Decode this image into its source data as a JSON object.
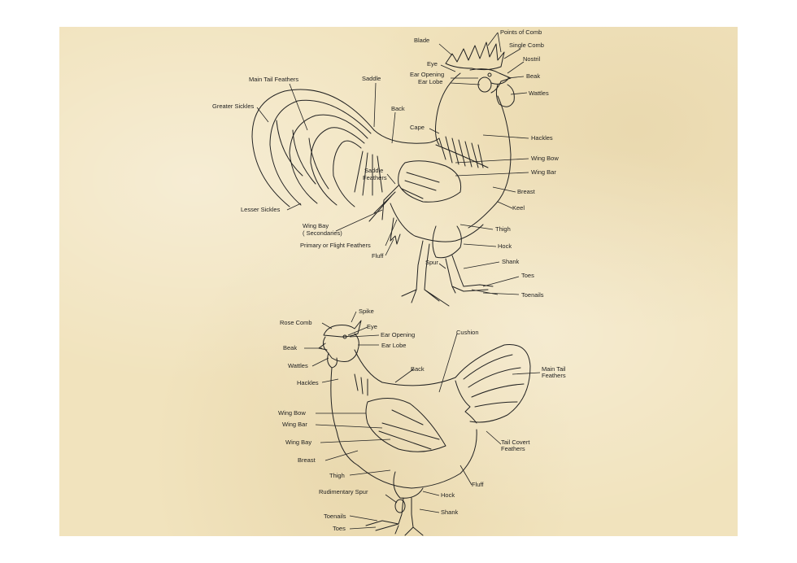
{
  "rooster": {
    "labels": [
      {
        "id": "points-of-comb",
        "text": "Points of Comb"
      },
      {
        "id": "blade",
        "text": "Blade"
      },
      {
        "id": "single-comb",
        "text": "Single Comb"
      },
      {
        "id": "nostril",
        "text": "Nostril"
      },
      {
        "id": "eye",
        "text": "Eye"
      },
      {
        "id": "ear-opening",
        "text": "Ear Opening"
      },
      {
        "id": "ear-lobe",
        "text": "Ear Lobe"
      },
      {
        "id": "beak",
        "text": "Beak"
      },
      {
        "id": "wattles",
        "text": "Wattles"
      },
      {
        "id": "main-tail-feathers",
        "text": "Main Tail Feathers"
      },
      {
        "id": "saddle",
        "text": "Saddle"
      },
      {
        "id": "back",
        "text": "Back"
      },
      {
        "id": "greater-sickles",
        "text": "Greater Sickles"
      },
      {
        "id": "cape",
        "text": "Cape"
      },
      {
        "id": "hackles",
        "text": "Hackles"
      },
      {
        "id": "wing-bow",
        "text": "Wing Bow"
      },
      {
        "id": "wing-bar",
        "text": "Wing Bar"
      },
      {
        "id": "saddle-feathers-1",
        "text": "Saddle"
      },
      {
        "id": "saddle-feathers-2",
        "text": "Feathers"
      },
      {
        "id": "breast",
        "text": "Breast"
      },
      {
        "id": "keel",
        "text": "Keel"
      },
      {
        "id": "lesser-sickles",
        "text": "Lesser Sickles"
      },
      {
        "id": "wing-bay-1",
        "text": "Wing Bay"
      },
      {
        "id": "wing-bay-2",
        "text": "( Secondaries)"
      },
      {
        "id": "thigh",
        "text": "Thigh"
      },
      {
        "id": "hock",
        "text": "Hock"
      },
      {
        "id": "primary-flight",
        "text": "Primary or Flight Feathers"
      },
      {
        "id": "fluff",
        "text": "Fluff"
      },
      {
        "id": "spur",
        "text": "Spur"
      },
      {
        "id": "shank",
        "text": "Shank"
      },
      {
        "id": "toes",
        "text": "Toes"
      },
      {
        "id": "toenails",
        "text": "Toenails"
      }
    ]
  },
  "hen": {
    "labels": [
      {
        "id": "spike",
        "text": "Spike"
      },
      {
        "id": "rose-comb",
        "text": "Rose Comb"
      },
      {
        "id": "eye",
        "text": "Eye"
      },
      {
        "id": "ear-opening",
        "text": "Ear Opening"
      },
      {
        "id": "cushion",
        "text": "Cushion"
      },
      {
        "id": "beak",
        "text": "Beak"
      },
      {
        "id": "ear-lobe",
        "text": "Ear Lobe"
      },
      {
        "id": "wattles",
        "text": "Wattles"
      },
      {
        "id": "back",
        "text": "Back"
      },
      {
        "id": "main-tail-1",
        "text": "Main Tail"
      },
      {
        "id": "main-tail-2",
        "text": "Feathers"
      },
      {
        "id": "hackles",
        "text": "Hackles"
      },
      {
        "id": "wing-bow",
        "text": "Wing Bow"
      },
      {
        "id": "wing-bar",
        "text": "Wing Bar"
      },
      {
        "id": "wing-bay",
        "text": "Wing Bay"
      },
      {
        "id": "tail-covert-1",
        "text": "Tail Covert"
      },
      {
        "id": "tail-covert-2",
        "text": "Feathers"
      },
      {
        "id": "breast",
        "text": "Breast"
      },
      {
        "id": "thigh",
        "text": "Thigh"
      },
      {
        "id": "fluff",
        "text": "Fluff"
      },
      {
        "id": "rudimentary-spur",
        "text": "Rudimentary Spur"
      },
      {
        "id": "hock",
        "text": "Hock"
      },
      {
        "id": "shank",
        "text": "Shank"
      },
      {
        "id": "toenails",
        "text": "Toenails"
      },
      {
        "id": "toes",
        "text": "Toes"
      }
    ]
  }
}
